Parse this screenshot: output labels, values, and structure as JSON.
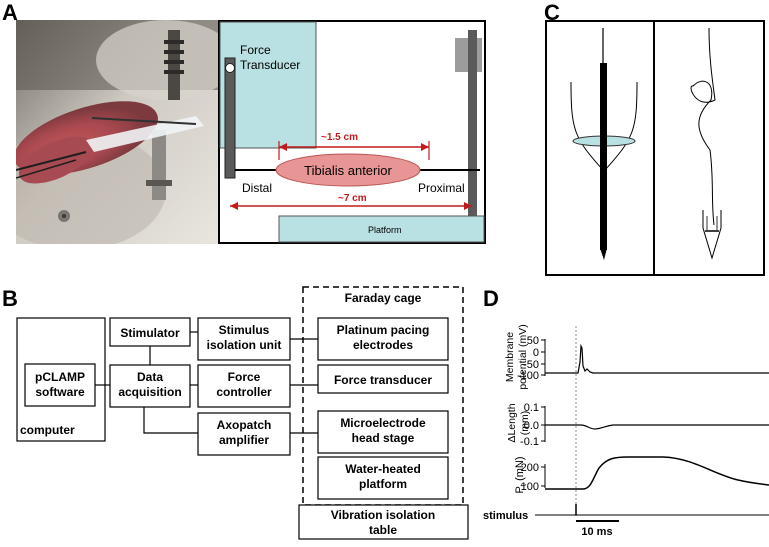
{
  "panels": {
    "A": "A",
    "B": "B",
    "C": "C",
    "D": "D"
  },
  "panel_a": {
    "force_transducer": "Force Transducer",
    "dim_short": "~1.5 cm",
    "muscle": "Tibialis anterior",
    "distal": "Distal",
    "proximal": "Proximal",
    "dim_long": "~7 cm",
    "platform": "Platform"
  },
  "panel_b": {
    "faraday_cage": "Faraday cage",
    "pclamp": "pCLAMP software",
    "computer": "computer",
    "stimulator": "Stimulator",
    "data_acquisition": "Data acquisition",
    "stimulus_isolation": "Stimulus isolation unit",
    "force_controller": "Force controller",
    "axopatch": "Axopatch amplifier",
    "pacing_electrodes": "Platinum pacing electrodes",
    "force_transducer": "Force transducer",
    "microelectrode": "Microelectrode head stage",
    "water_platform": "Water-heated platform",
    "vibration_table": "Vibration isolation table"
  },
  "panel_d": {
    "ylabel_membrane": "Membrane potential (mV)",
    "ylabel_length": "ΔLength (mm)",
    "ylabel_force_main": "P",
    "ylabel_force_sub": "t",
    "ylabel_force_unit": " (mN)",
    "ticks_membrane": [
      "50",
      "0",
      "-50",
      "-100"
    ],
    "ticks_length": [
      "0.1",
      "0.0",
      "-0.1"
    ],
    "ticks_force": [
      "200",
      "100"
    ],
    "stimulus_label": "stimulus",
    "scale_bar_label": "10 ms"
  },
  "colors": {
    "teal_fill": "#b9e0e2",
    "muscle_fill": "#e79595",
    "dimension_red": "#c21b1b",
    "grey_post": "#5a5a5a"
  }
}
